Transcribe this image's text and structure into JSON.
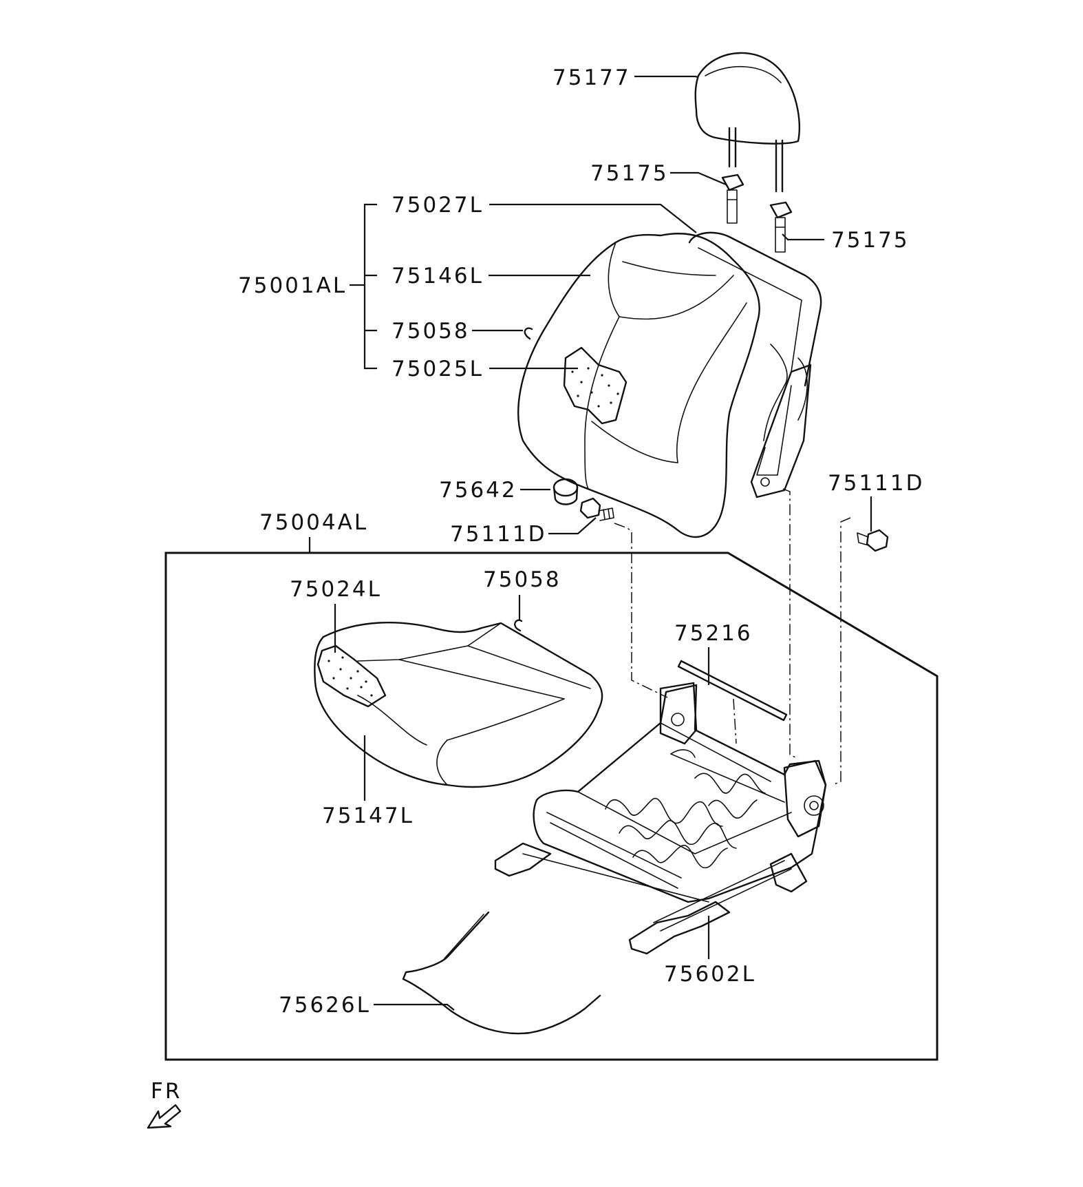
{
  "callouts": {
    "p75177": "75177",
    "p75175_a": "75175",
    "p75175_b": "75175",
    "p75027L": "75027L",
    "p75146L": "75146L",
    "p75001AL": "75001AL",
    "p75058_a": "75058",
    "p75025L": "75025L",
    "p75642": "75642",
    "p75111D_a": "75111D",
    "p75111D_b": "75111D",
    "p75004AL": "75004AL",
    "p75024L": "75024L",
    "p75058_b": "75058",
    "p75216": "75216",
    "p75147L": "75147L",
    "p75602L": "75602L",
    "p75626L": "75626L"
  },
  "direction_label": "FR",
  "colors": {
    "line": "#111111",
    "background": "#ffffff"
  }
}
